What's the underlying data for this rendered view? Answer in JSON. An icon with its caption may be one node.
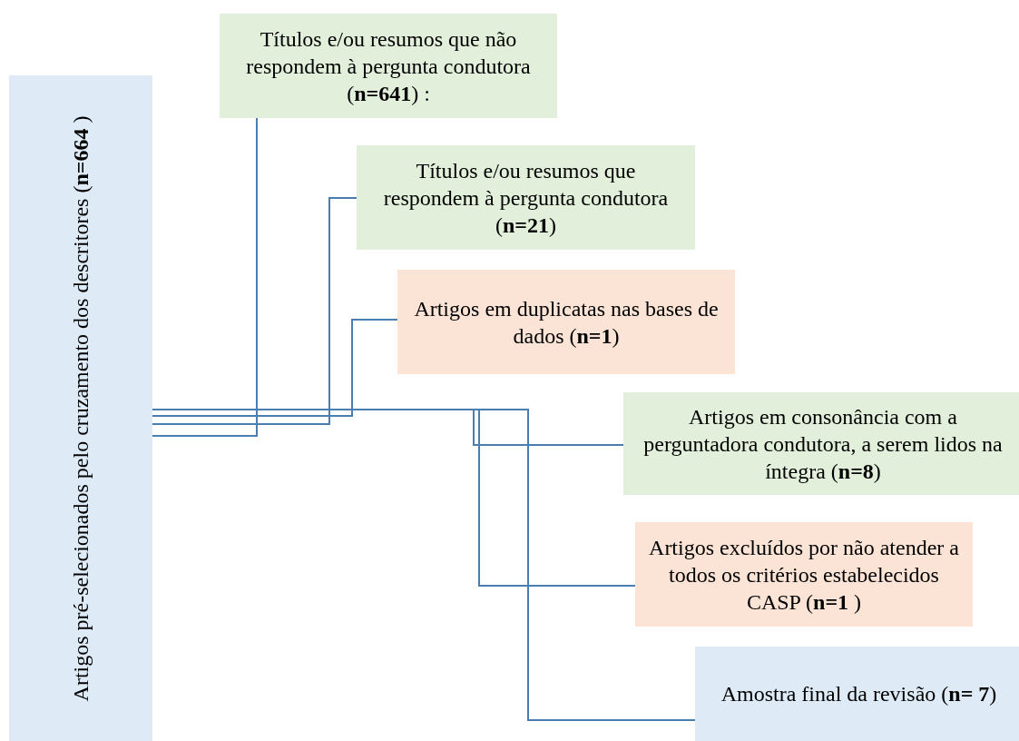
{
  "diagram": {
    "nodes": [
      {
        "text": [
          "Artigos pré-selecionados pelo cruzamento dos descritores (**n=664** )"
        ]
      },
      {
        "text": [
          "Títulos e/ou resumos que não respondem à pergunta condutora (**n=641**) :"
        ]
      },
      {
        "text": [
          "Títulos e/ou resumos que respondem à pergunta condutora (**n=21**)"
        ]
      },
      {
        "text": [
          "Artigos em duplicatas nas bases de dados (**n=1**)"
        ]
      },
      {
        "text": [
          "Artigos em consonância com a perguntadora condutora, a serem lidos na íntegra (**n=8**)"
        ]
      },
      {
        "text": [
          "Artigos excluídos por não atender a todos os critérios estabelecidos CASP (**n=1** )"
        ]
      },
      {
        "text": [
          "Amostra final da revisão (**n= 7**)"
        ]
      }
    ],
    "edges": [
      {
        "from": 0,
        "to": 1,
        "arrow": "none"
      },
      {
        "from": 0,
        "to": 2,
        "arrow": "none"
      },
      {
        "from": 0,
        "to": 3,
        "arrow": "none"
      },
      {
        "from": 0,
        "to": 4,
        "arrow": "none"
      },
      {
        "from": 0,
        "to": 5,
        "arrow": "none"
      },
      {
        "from": 0,
        "to": 6,
        "arrow": "none"
      }
    ]
  }
}
